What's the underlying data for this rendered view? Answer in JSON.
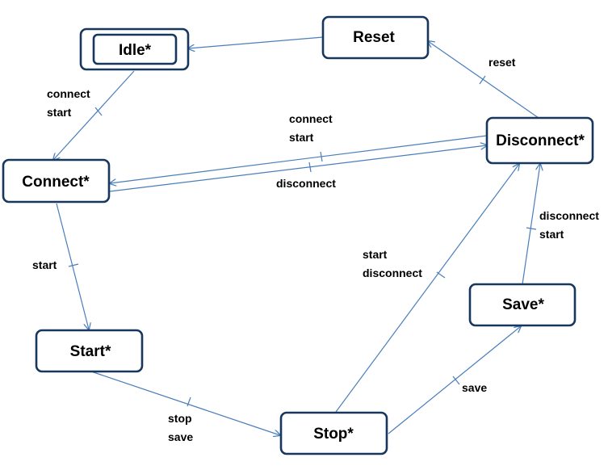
{
  "colors": {
    "box_border": "#17375E",
    "edge": "#4A7EBB",
    "text": "#000000",
    "background": "#FFFFFF"
  },
  "states": {
    "idle": "Idle*",
    "reset": "Reset",
    "connect": "Connect*",
    "disconnect": "Disconnect*",
    "start": "Start*",
    "stop": "Stop*",
    "save": "Save*"
  },
  "transitions": {
    "reset_to_idle": [],
    "idle_to_connect": [
      "connect",
      "start"
    ],
    "disconnect_to_reset": [
      "reset"
    ],
    "disconnect_to_connect": [
      "connect",
      "start"
    ],
    "connect_to_disconnect": [
      "disconnect"
    ],
    "connect_to_start": [
      "start"
    ],
    "start_to_stop": [
      "stop",
      "save"
    ],
    "stop_to_disconnect": [
      "start",
      "disconnect"
    ],
    "stop_to_save": [
      "save"
    ],
    "save_to_disconnect": [
      "disconnect",
      "start"
    ]
  }
}
